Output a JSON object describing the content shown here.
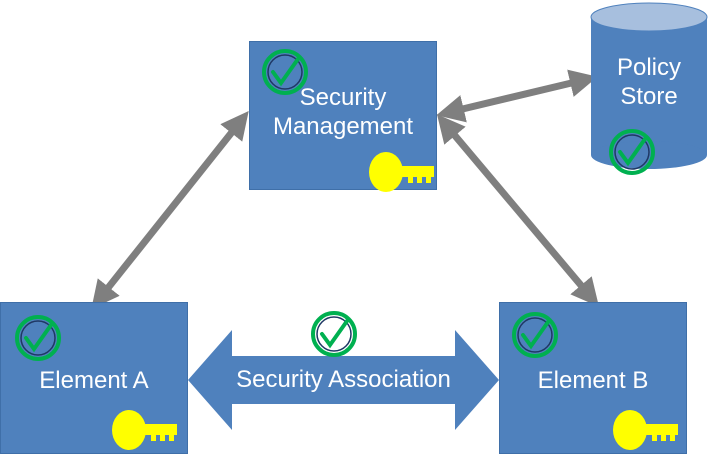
{
  "nodes": {
    "security_management": "Security\nManagement",
    "policy_store": "Policy\nStore",
    "element_a": "Element A",
    "element_b": "Element B"
  },
  "links": {
    "security_association": "Security Association"
  },
  "colors": {
    "box_fill": "#4f81bd",
    "arrow": "#7f7f7f",
    "check_ring": "#00b050",
    "key": "#ffff00"
  },
  "icons": [
    "check-icon",
    "key-icon",
    "cylinder-icon"
  ]
}
